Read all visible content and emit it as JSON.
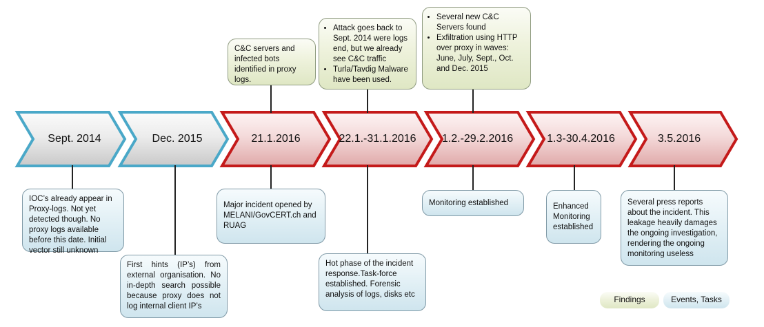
{
  "stages": [
    {
      "label": "Sept. 2014",
      "style": "blue"
    },
    {
      "label": "Dec. 2015",
      "style": "blue"
    },
    {
      "label": "21.1.2016",
      "style": "red"
    },
    {
      "label": "22.1.-31.1.2016",
      "style": "red"
    },
    {
      "label": "1.2.-29.2.2016",
      "style": "red"
    },
    {
      "label": "1.3-30.4.2016",
      "style": "red"
    },
    {
      "label": "3.5.2016",
      "style": "red"
    }
  ],
  "findings": {
    "f1": "C&C servers and infected bots identified in proxy logs.",
    "f2": [
      "Attack goes back to Sept. 2014 were logs end, but we already see C&C traffic",
      "Turla/Tavdig Malware have been used."
    ],
    "f3": [
      "Several new C&C Servers found",
      "Exfiltration using HTTP over proxy in waves: June, July, Sept., Oct. and Dec. 2015"
    ]
  },
  "events": {
    "e1": "IOC’s already appear in Proxy-logs. Not yet detected though. No proxy logs available before this date. Initial vector still unknown",
    "e2": "First hints (IP’s) from external organisation. No in-depth search possible because proxy does not log internal client IP’s",
    "e3": "Major incident opened by MELANI/GovCERT.ch and RUAG",
    "e4": "Hot phase of the incident response.Task-force established. Forensic analysis of logs, disks etc",
    "e5": "Monitoring established",
    "e6": "Enhanced Monitoring established",
    "e7": "Several press reports about the incident. This leakage heavily damages the ongoing investigation, rendering the ongoing monitoring useless"
  },
  "legend": {
    "findings": "Findings",
    "events": "Events, Tasks"
  },
  "colors": {
    "blue_border": "#4aa8c8",
    "red_border": "#c41a1a",
    "finding_fill": "#e6ecd0",
    "event_fill": "#dbeef4"
  }
}
